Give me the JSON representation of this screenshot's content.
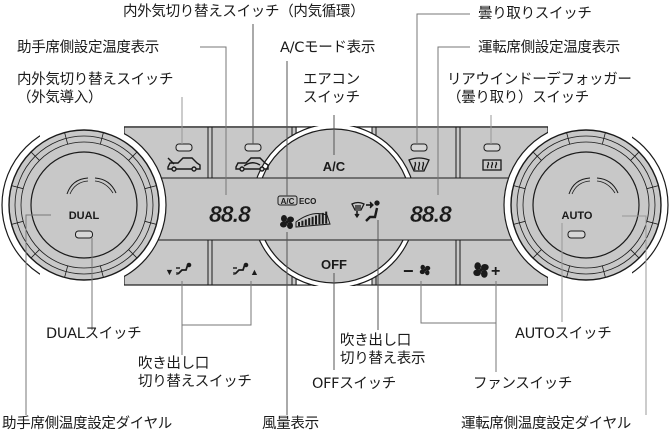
{
  "diagram": {
    "type": "car-climate-control-panel",
    "labels": {
      "recirc_switch": "内外気切り替えスイッチ（内気循環）",
      "passenger_temp_display": "助手席側設定温度表示",
      "fresh_air_switch_line1": "内外気切り替えスイッチ",
      "fresh_air_switch_line2": "（外気導入）",
      "ac_mode_display": "A/Cモード表示",
      "ac_switch_line1": "エアコン",
      "ac_switch_line2": "スイッチ",
      "defog_switch": "曇り取りスイッチ",
      "driver_temp_display": "運転席側設定温度表示",
      "rear_defogger_line1": "リアウインドーデフォッガー",
      "rear_defogger_line2": "（曇り取り）スイッチ",
      "dual_switch": "DUALスイッチ",
      "vent_mode_switch_line1": "吹き出し口",
      "vent_mode_switch_line2": "切り替えスイッチ",
      "vent_mode_display_line1": "吹き出し口",
      "vent_mode_display_line2": "切り替え表示",
      "auto_switch": "AUTOスイッチ",
      "off_switch": "OFFスイッチ",
      "fan_switch": "ファンスイッチ",
      "passenger_temp_dial": "助手席側温度設定ダイヤル",
      "fan_speed_display": "風量表示",
      "driver_temp_dial": "運転席側温度設定ダイヤル"
    },
    "panel": {
      "left_dial_label": "DUAL",
      "right_dial_label": "AUTO",
      "ac_button": "A/C",
      "off_button": "OFF",
      "left_temp_readout": "88.8",
      "right_temp_readout": "88.8",
      "ac_indicator": "A/C",
      "eco_indicator": "ECO",
      "vent_down_arrow": "▼",
      "vent_up_arrow": "▲",
      "fan_minus": "−",
      "fan_plus": "+",
      "icons": {
        "fresh_air": "car-fresh-air-icon",
        "recirculation": "car-recirculation-icon",
        "front_defrost": "windshield-defrost-icon",
        "rear_defrost": "rear-window-defrost-icon",
        "fan": "fan-icon",
        "vent_mode": "seat-airflow-icon"
      }
    },
    "colors": {
      "panel_fill": "#c8c8c8",
      "outline": "#1a1a1a",
      "leader_line": "#9a9a9a",
      "background": "#ffffff"
    }
  }
}
